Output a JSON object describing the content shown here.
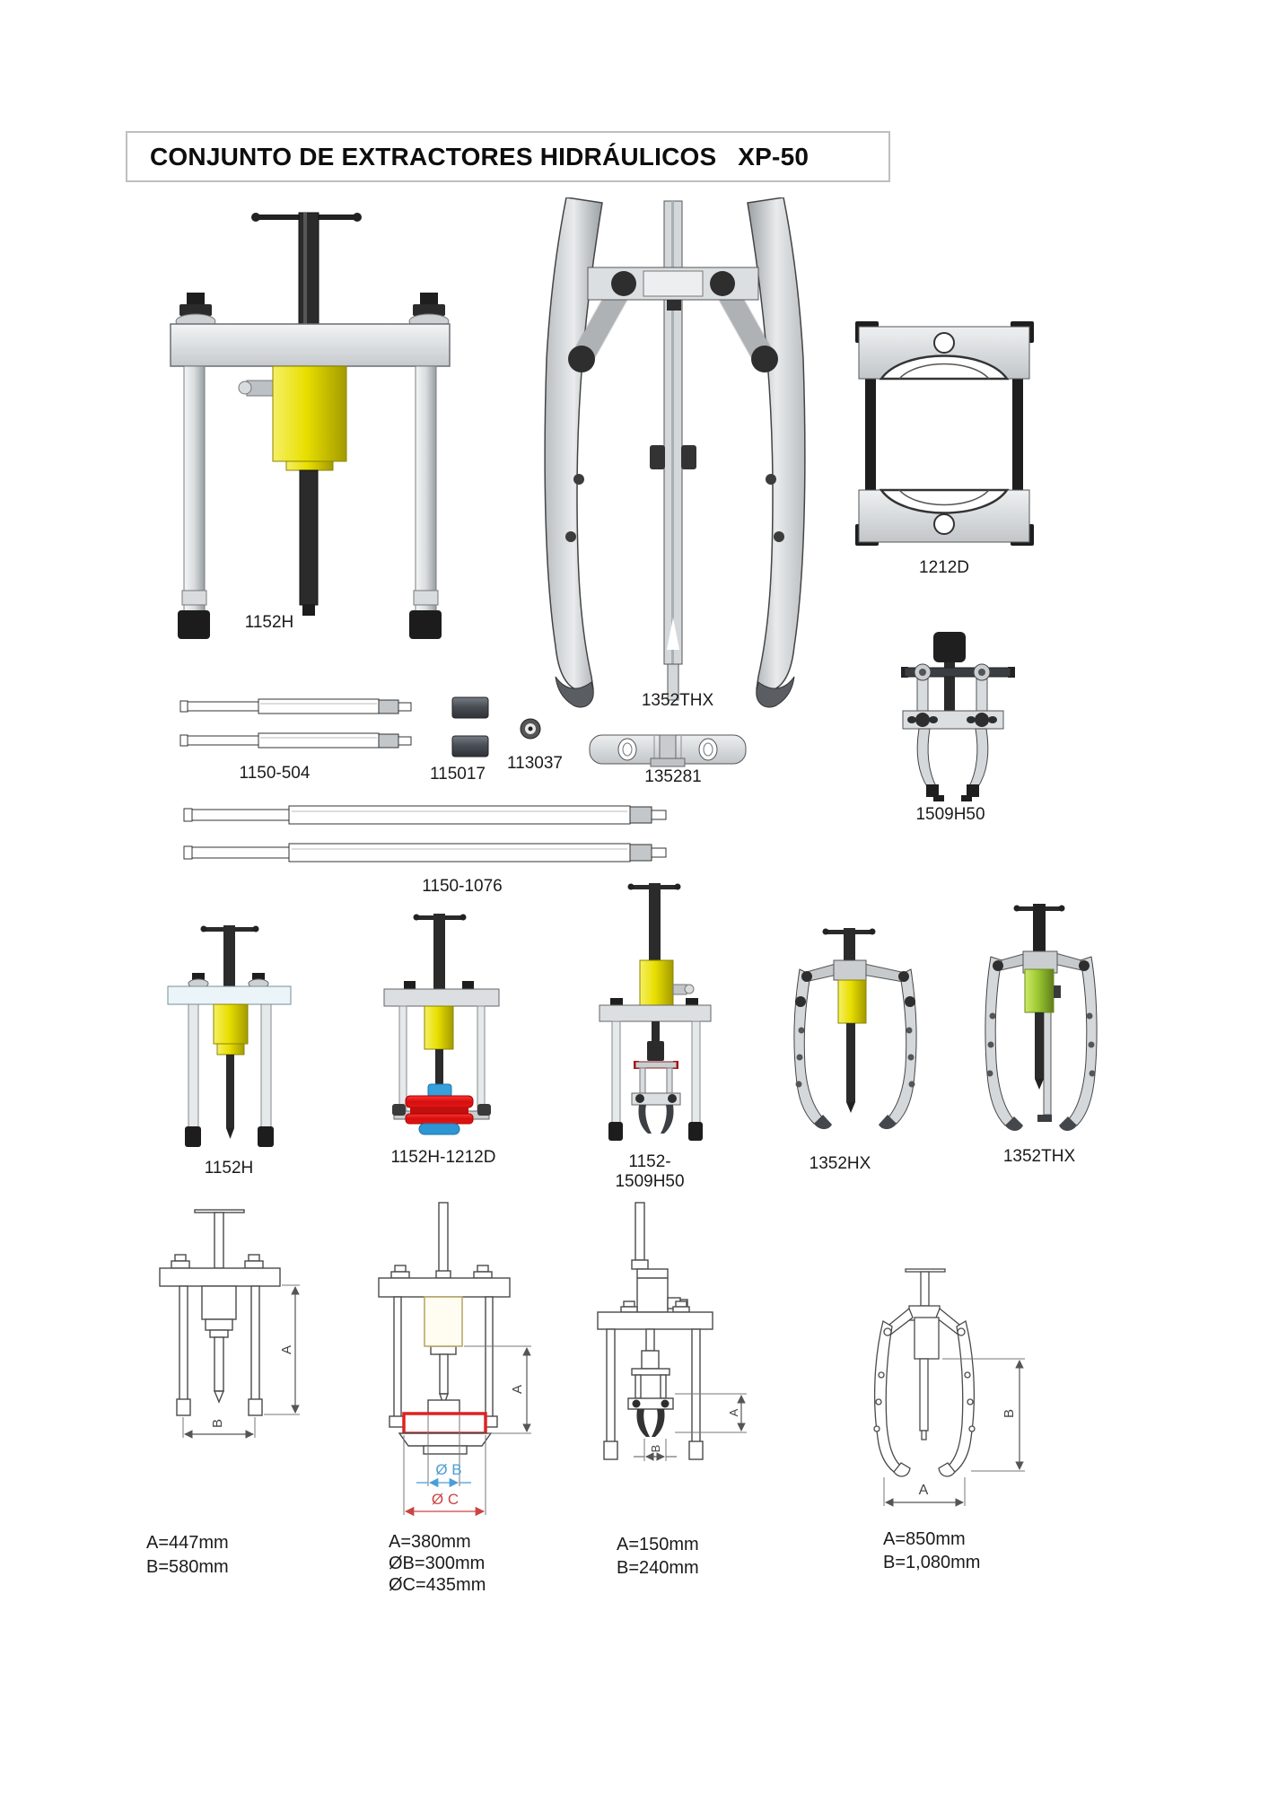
{
  "title": "CONJUNTO DE EXTRACTORES HIDRÁULICOS   XP-50",
  "labels": {
    "t1152h_top": "1152H",
    "t1352thx_top": "1352THX",
    "t1212d": "1212D",
    "rod_1150_504": "1150-504",
    "nuts_115017": "115017",
    "washer_113037": "113037",
    "bar_135281": "135281",
    "t1509h50": "1509H50",
    "rod_1150_1076": "1150-1076",
    "t1152h_row2": "1152H",
    "combo_1152h_1212d": "1152H-1212D",
    "combo_1152_1509h50": "1152-1509H50",
    "t1352hx": "1352HX",
    "t1352thx_row2": "1352THX"
  },
  "dim_letters": {
    "a": "A",
    "b": "B",
    "phi_b": "Ø B",
    "phi_c": "Ø C"
  },
  "specs": {
    "d1": {
      "l1": "A=447mm",
      "l2": "B=580mm"
    },
    "d2": {
      "l1": "A=380mm",
      "l2": "ØB=300mm",
      "l3": "ØC=435mm"
    },
    "d3": {
      "l1": "A=150mm",
      "l2": "B=240mm"
    },
    "d4": {
      "l1": "A=850mm",
      "l2": "B=1,080mm"
    }
  },
  "colors": {
    "cylinder_yellow": "#e8df00",
    "cylinder_green": "#9cc832",
    "pulley_red": "#e81616",
    "hub_blue": "#2e96d2",
    "dim_blue": "#4a9fd8",
    "dim_red": "#cc4444"
  }
}
